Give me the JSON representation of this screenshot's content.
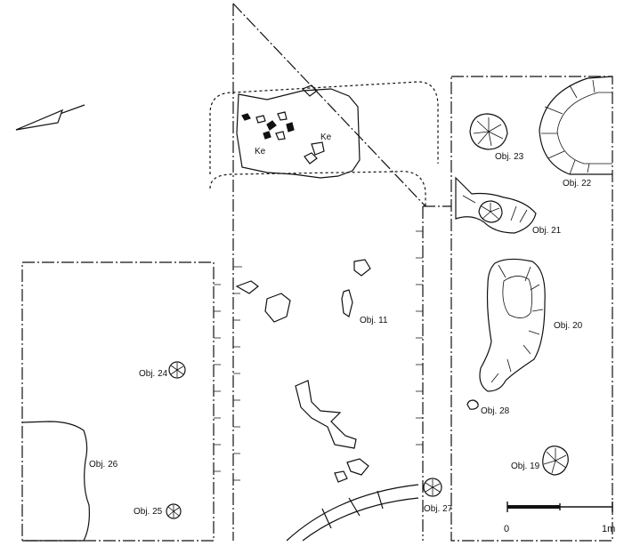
{
  "labels": {
    "ke_1": "Ke",
    "ke_2": "Ke",
    "obj_11": "Obj. 11",
    "obj_19": "Obj. 19",
    "obj_20": "Obj. 20",
    "obj_21": "Obj. 21",
    "obj_22": "Obj. 22",
    "obj_23": "Obj. 23",
    "obj_24": "Obj. 24",
    "obj_25": "Obj. 25",
    "obj_26": "Obj. 26",
    "obj_27": "Obj. 27",
    "obj_28": "Obj. 28"
  },
  "scale_bar": {
    "start": "0",
    "end": "1m"
  },
  "icons": {
    "north_arrow": "north-arrow-icon"
  },
  "colors": {
    "ink": "#111111",
    "paper": "#ffffff"
  }
}
